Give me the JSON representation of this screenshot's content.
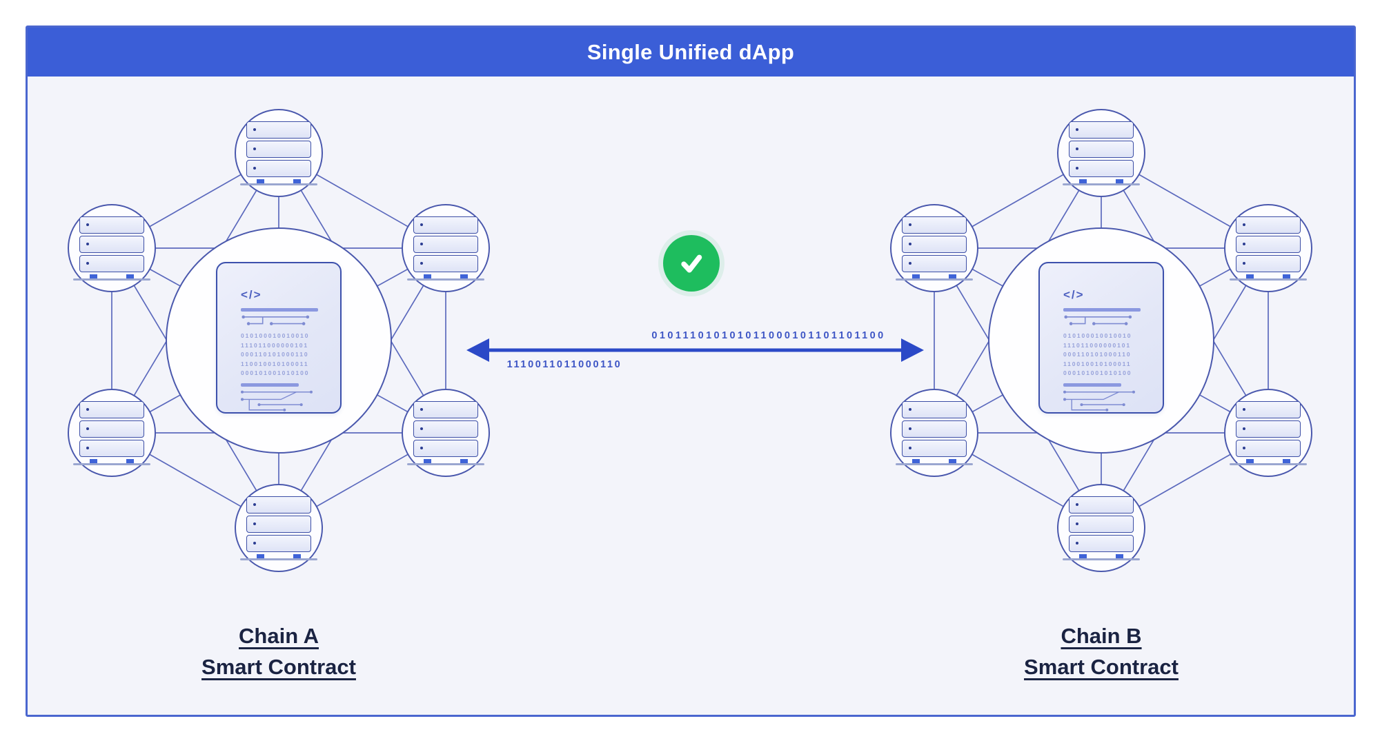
{
  "header": {
    "title": "Single Unified dApp"
  },
  "bridge": {
    "binary_top": "010111010101011000101101101100",
    "binary_bottom": "1110011011000110",
    "status": "connected"
  },
  "clusters": [
    {
      "name": "Chain A",
      "label_line1": "Chain A",
      "label_line2": "Smart Contract",
      "node_count": 6
    },
    {
      "name": "Chain B",
      "label_line1": "Chain B",
      "label_line2": "Smart Contract",
      "node_count": 6
    }
  ],
  "smart_contract_doc": {
    "code_icon": "</>",
    "binary_rows": [
      "010100010010010",
      "111011000000101",
      "000110101000110",
      "110010010100011",
      "000101001010100"
    ]
  },
  "colors": {
    "header_bg": "#3b5ed7",
    "frame_border": "#4a66cf",
    "body_bg": "#f3f4fa",
    "network_line": "#5b69bd",
    "node_border": "#4a58ad",
    "doc_border": "#3c50ac",
    "arrow_blue": "#2b49c7",
    "binary_blue": "#3d55c5",
    "check_green": "#1ebd5e",
    "label_color": "#1a2342"
  }
}
